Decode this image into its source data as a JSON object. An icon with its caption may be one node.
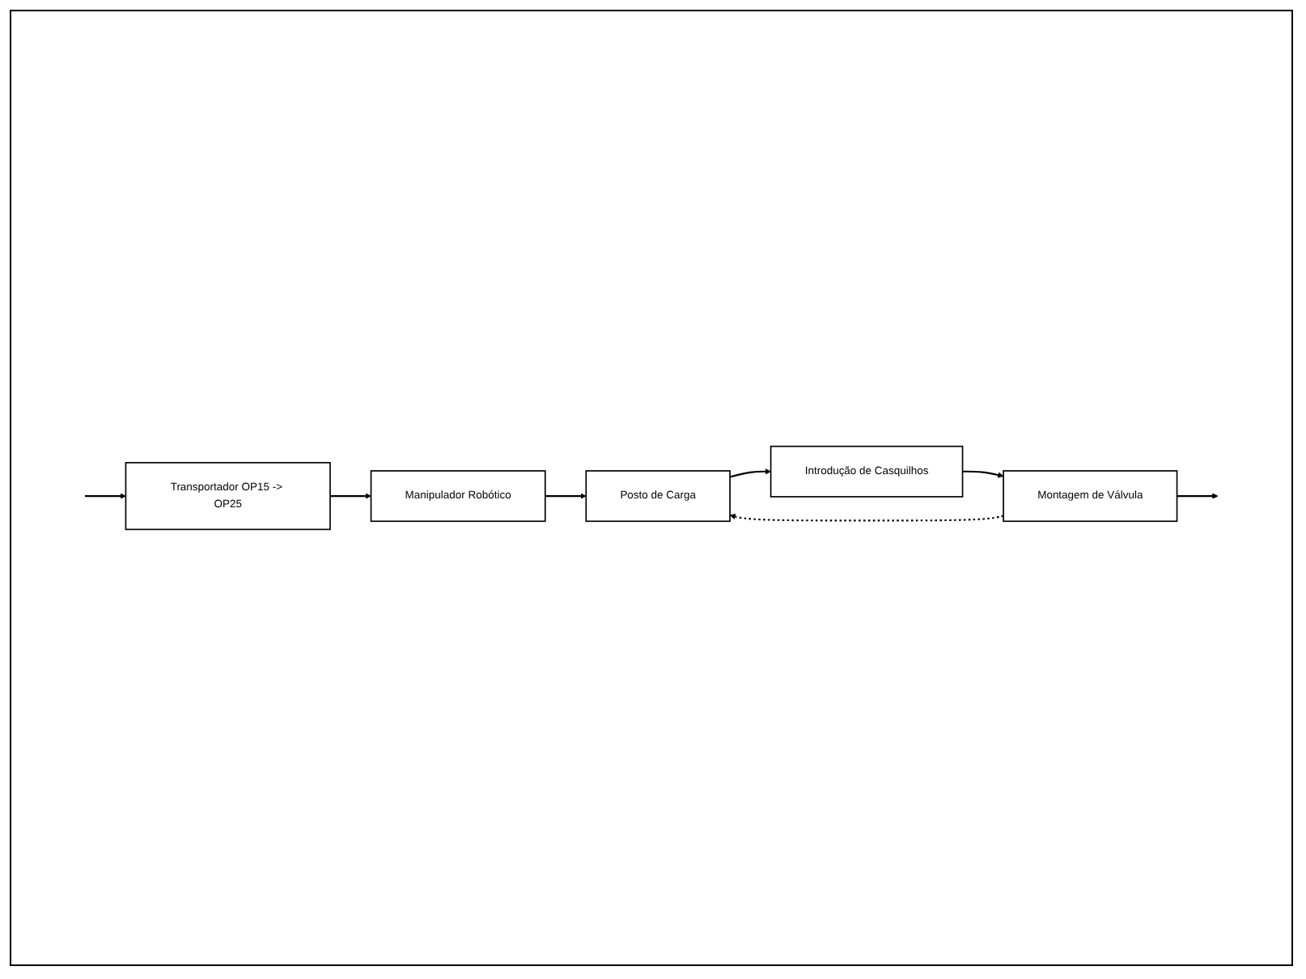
{
  "diagram": {
    "nodes": [
      {
        "text": [
          "Transportador OP15 -> OP25"
        ]
      },
      {
        "text": [
          "Manipulador Robótico"
        ]
      },
      {
        "text": [
          "Posto de Carga"
        ]
      },
      {
        "text": [
          "Introdução de Casquilhos"
        ]
      },
      {
        "text": [
          "Montagem de Válvula"
        ]
      }
    ],
    "edges": [
      {
        "from": null,
        "to": 0,
        "arrow": "to"
      },
      {
        "from": 0,
        "to": 1,
        "arrow": "to"
      },
      {
        "from": 1,
        "to": 2,
        "arrow": "to"
      },
      {
        "from": 2,
        "to": 3,
        "arrow": "to"
      },
      {
        "from": 3,
        "to": 4,
        "arrow": "to"
      },
      {
        "from": 4,
        "to": 2,
        "arrow": "to",
        "style": "dashed"
      },
      {
        "from": 4,
        "to": null,
        "arrow": "to"
      }
    ]
  }
}
